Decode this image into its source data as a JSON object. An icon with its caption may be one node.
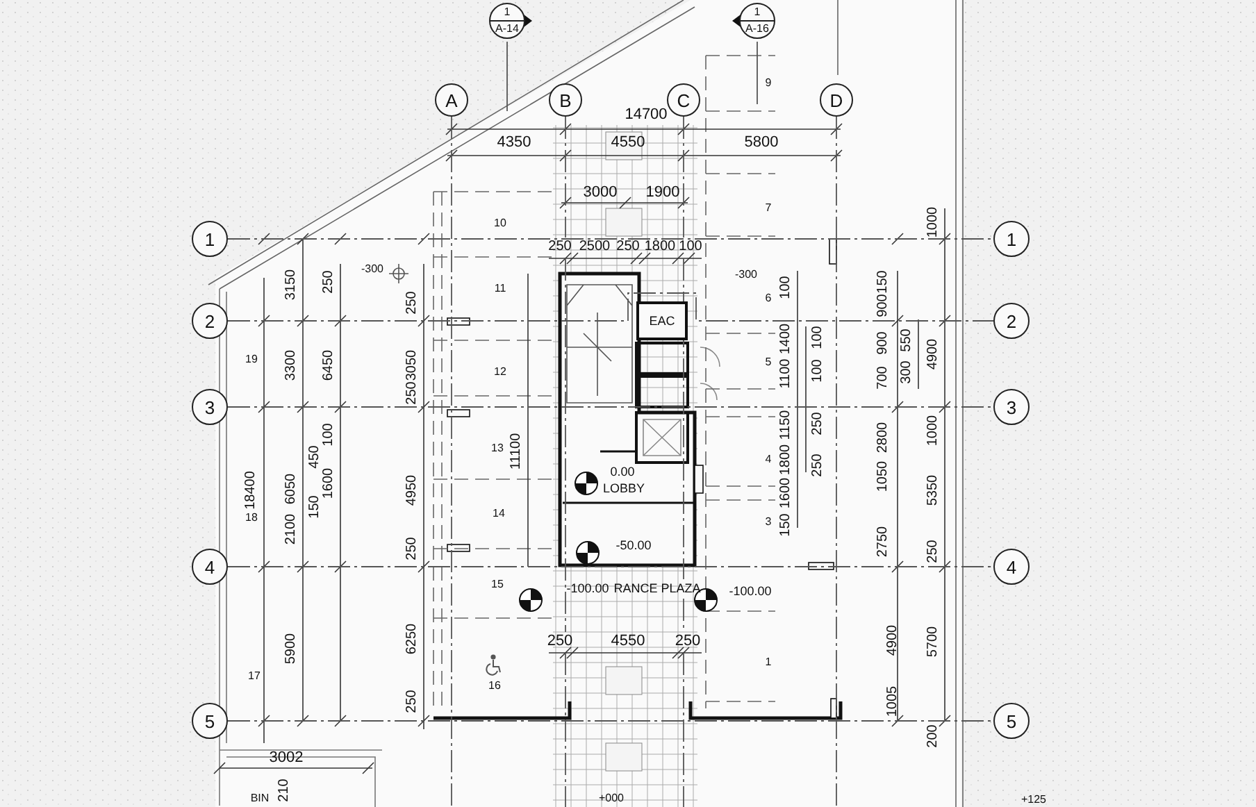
{
  "diagram": {
    "nodes": [
      {
        "text": [
          "1",
          "A-14"
        ]
      },
      {
        "text": [
          "1",
          "A-16"
        ]
      },
      {
        "text": [
          "A"
        ]
      },
      {
        "text": [
          "B"
        ]
      },
      {
        "text": [
          "C"
        ]
      },
      {
        "text": [
          "D"
        ]
      },
      {
        "text": [
          "1"
        ]
      },
      {
        "text": [
          "1"
        ]
      },
      {
        "text": [
          "2"
        ]
      },
      {
        "text": [
          "2"
        ]
      },
      {
        "text": [
          "3"
        ]
      },
      {
        "text": [
          "3"
        ]
      },
      {
        "text": [
          "EAC"
        ]
      },
      {
        "text": [
          "4"
        ]
      },
      {
        "text": [
          "4"
        ]
      },
      {
        "text": [
          "5"
        ]
      },
      {
        "text": [
          "5"
        ]
      }
    ],
    "edges": [
      {
        "from": 6,
        "to": 7,
        "arrow": "none",
        "style": "dashed"
      },
      {
        "from": 8,
        "to": 9,
        "arrow": "none",
        "style": "dashed"
      },
      {
        "from": 10,
        "to": 11,
        "arrow": "none",
        "style": "dashed"
      },
      {
        "from": 13,
        "to": 14,
        "arrow": "none",
        "style": "dashed"
      },
      {
        "from": 15,
        "to": 16,
        "arrow": "none",
        "style": "dashed"
      },
      {
        "from": 2,
        "to": null,
        "arrow": "none",
        "style": "dashed"
      },
      {
        "from": 3,
        "to": null,
        "arrow": "none",
        "style": "dashed"
      },
      {
        "from": 4,
        "to": null,
        "arrow": "none",
        "style": "dashed"
      },
      {
        "from": 5,
        "to": null,
        "arrow": "none",
        "style": "dashed"
      },
      {
        "from": 0,
        "to": null,
        "arrow": "none"
      },
      {
        "from": 1,
        "to": null,
        "arrow": "none"
      }
    ],
    "labels": [
      "9",
      "14700",
      "4350",
      "4550",
      "5800",
      "3000",
      "1900",
      "7",
      "10",
      "1000",
      "250",
      "2500",
      "250",
      "1800",
      "100",
      "3150",
      "250",
      "-300",
      "11",
      "-300",
      "100",
      "150",
      "250",
      "6",
      "900",
      "1400",
      "100",
      "900",
      "550",
      "19",
      "3300",
      "6450",
      "3050",
      "12",
      "5",
      "1100",
      "100",
      "700",
      "300",
      "4900",
      "250",
      "100",
      "1150",
      "250",
      "2800",
      "1000",
      "18400",
      "6050",
      "450",
      "1600",
      "4950",
      "13",
      "11100",
      "0.00",
      "LOBBY",
      "4",
      "1800",
      "1600",
      "250",
      "1050",
      "5350",
      "18",
      "2100",
      "150",
      "14",
      "3",
      "150",
      "250",
      "-50.00",
      "2750",
      "250",
      "15",
      "-100.00",
      "RANCE PLAZA",
      "-100.00",
      "5900",
      "6250",
      "250",
      "4550",
      "250",
      "4900",
      "5700",
      "1",
      "17",
      "16",
      "250",
      "1005",
      "200",
      "3002",
      "BIN",
      "210",
      "+000",
      "+125"
    ]
  }
}
